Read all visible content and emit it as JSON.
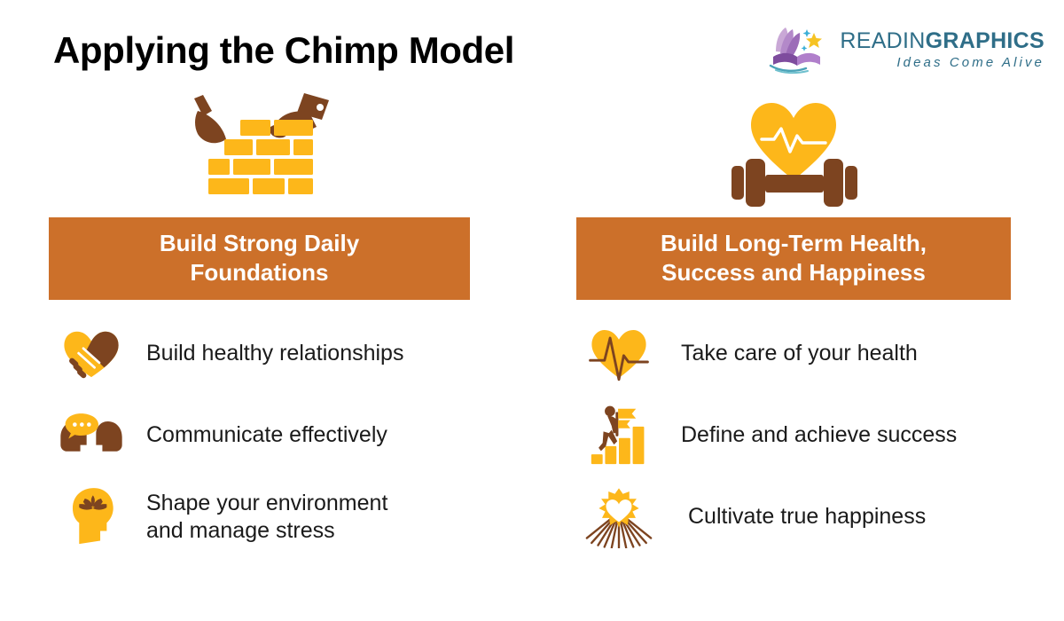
{
  "header": {
    "title": "Applying the Chimp Model",
    "logo": {
      "mark_icon": "open-book-with-stars-logo-icon",
      "word_light": "READIN",
      "word_bold": "GRAPHICS",
      "tagline": "Ideas Come Alive"
    }
  },
  "colors": {
    "banner_orange": "#CC702A",
    "accent_yellow": "#FDB71A",
    "accent_brown": "#7D4420",
    "logo_teal": "#2F6E88",
    "text_black": "#1a1a1a",
    "background": "#ffffff"
  },
  "columns": [
    {
      "id": "foundations",
      "hero_icon": "brick-wall-trowel-icon",
      "banner_lines": [
        "Build Strong Daily",
        "Foundations"
      ],
      "bullets": [
        {
          "icon": "handshake-heart-icon",
          "lines": [
            "Build healthy relationships"
          ]
        },
        {
          "icon": "two-heads-speech-bubble-icon",
          "lines": [
            "Communicate effectively"
          ]
        },
        {
          "icon": "head-with-lotus-icon",
          "lines": [
            "Shape your environment",
            "and manage stress"
          ]
        }
      ]
    },
    {
      "id": "long-term",
      "hero_icon": "heart-heartbeat-dumbbell-icon",
      "banner_lines": [
        "Build Long-Term Health,",
        "Success and Happiness"
      ],
      "bullets": [
        {
          "icon": "heart-with-ecg-line-icon",
          "lines": [
            "Take care of your health"
          ]
        },
        {
          "icon": "person-climbing-bar-chart-flag-icon",
          "lines": [
            "Define and achieve success"
          ]
        },
        {
          "icon": "sun-with-heart-rays-icon",
          "lines": [
            "Cultivate true happiness"
          ]
        }
      ]
    }
  ]
}
